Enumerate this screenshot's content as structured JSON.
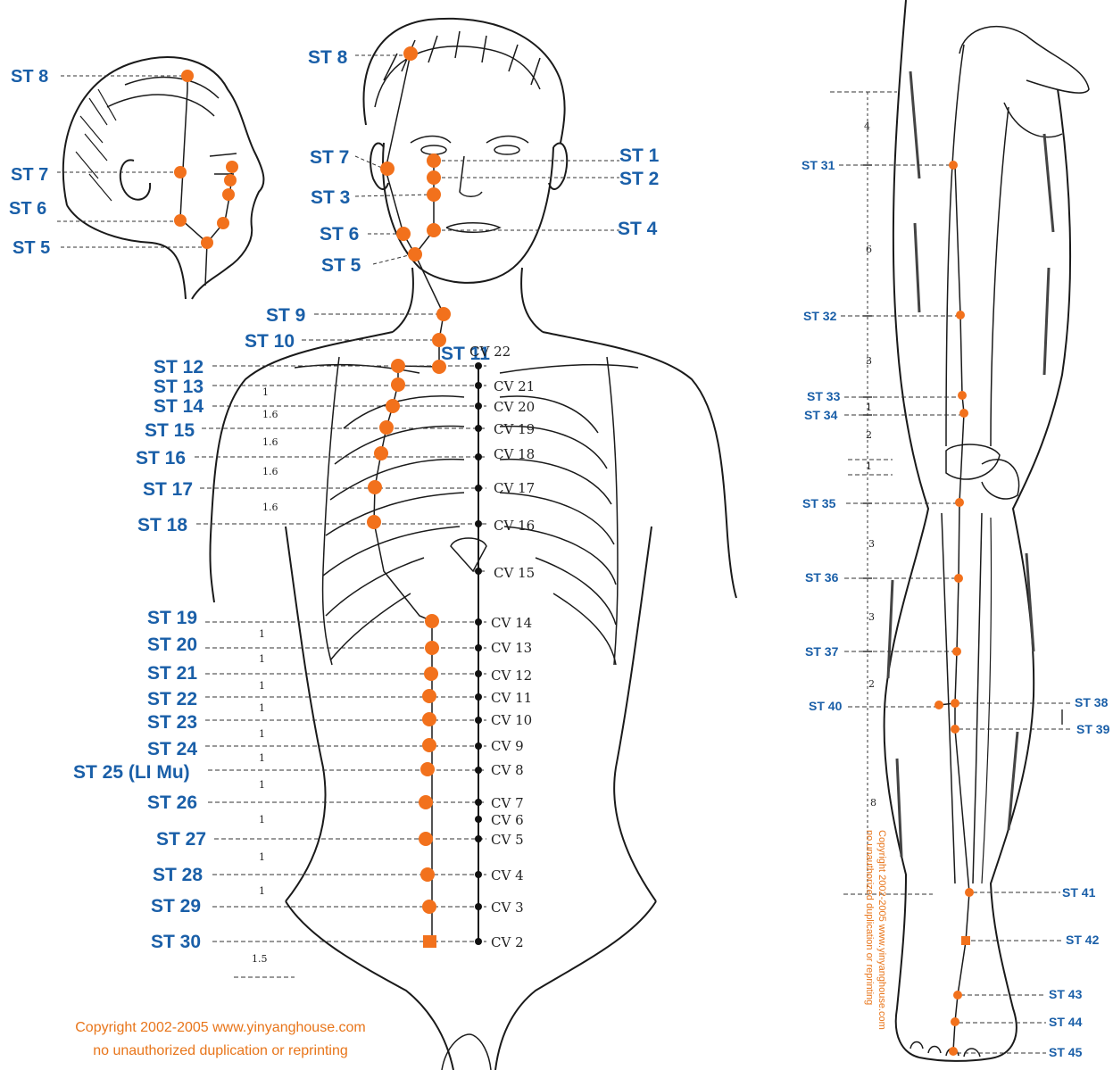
{
  "colors": {
    "point": "#f2711c",
    "label": "#1a5fa8",
    "copyright": "#e8751a",
    "ink": "#1a1a1a"
  },
  "head_labels": [
    "ST 8",
    "ST 7",
    "ST 6",
    "ST 5"
  ],
  "face_labels_left": [
    "ST 8",
    "ST 7",
    "ST 3",
    "ST 6",
    "ST 5"
  ],
  "face_labels_right": [
    "ST 1",
    "ST 2",
    "ST 4"
  ],
  "torso_labels": [
    "ST 9",
    "ST 10",
    "ST 11",
    "ST 12",
    "ST 13",
    "ST 14",
    "ST 15",
    "ST 16",
    "ST 17",
    "ST 18",
    "ST 19",
    "ST 20",
    "ST 21",
    "ST 22",
    "ST 23",
    "ST 24",
    "ST 25 (LI Mu)",
    "ST 26",
    "ST 27",
    "ST 28",
    "ST 29",
    "ST 30"
  ],
  "cv_labels": [
    "CV 22",
    "CV 21",
    "CV 20",
    "CV 19",
    "CV 18",
    "CV 17",
    "CV 16",
    "CV 15",
    "CV 14",
    "CV 13",
    "CV 12",
    "CV 11",
    "CV 10",
    "CV 9",
    "CV 8",
    "CV 7",
    "CV 6",
    "CV 5",
    "CV 4",
    "CV 3",
    "CV 2"
  ],
  "torso_measures": [
    "1",
    "1.6",
    "1.6",
    "1.6",
    "1.6",
    "1",
    "1",
    "1",
    "1",
    "1",
    "1",
    "1",
    "1",
    "1",
    "1",
    "1.5"
  ],
  "leg_labels_left": [
    "ST 31",
    "ST 32",
    "ST 33",
    "ST 34",
    "ST 35",
    "ST 36",
    "ST 37",
    "ST 40"
  ],
  "leg_labels_right": [
    "ST 38",
    "ST 39",
    "ST 41",
    "ST 42",
    "ST 43",
    "ST 44",
    "ST 45"
  ],
  "leg_measures": [
    "4",
    "6",
    "3",
    "1",
    "2",
    "1",
    "3",
    "3",
    "2",
    "8"
  ],
  "copyright_line1": "Copyright 2002-2005 www.yinyanghouse.com",
  "copyright_line2": "no unauthorized duplication or reprinting",
  "leg_copyright_line1": "Copyright 2002-2005 www.yinyanghouse.com",
  "leg_copyright_line2": "no unauthorized duplication or reprinting"
}
